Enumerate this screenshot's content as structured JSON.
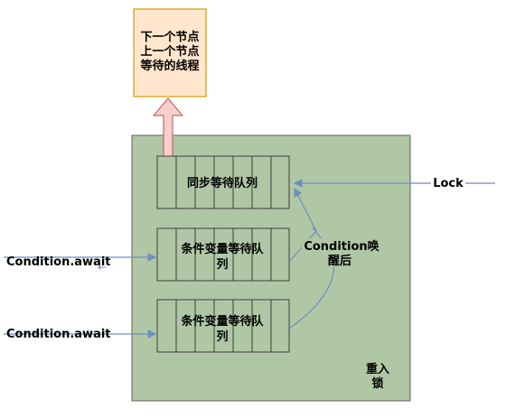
{
  "node_box": {
    "lines": [
      "下一个节点",
      "上一个节点",
      "等待的线程"
    ],
    "fill": "#ffe6cc",
    "stroke": "#d79b00"
  },
  "lock_container": {
    "label_lines": [
      "重入",
      "锁"
    ],
    "fill": "#b0c7a6",
    "stroke": "#5c5c5c"
  },
  "queues": {
    "sync": {
      "label": "同步等待队列"
    },
    "cond1": {
      "label_lines": [
        "条件变量等待队",
        "列"
      ]
    },
    "cond2": {
      "label_lines": [
        "条件变量等待队",
        "列"
      ]
    }
  },
  "arrow_up": {
    "fill": "#f8cecc",
    "stroke": "#b85450"
  },
  "labels": {
    "lock": "Lock",
    "await1": "Condition.await",
    "await2": "Condition.await",
    "wakeup_lines": [
      "Condition唤",
      "醒后"
    ]
  },
  "colors": {
    "edge": "#6c8ebf",
    "text": "#222222"
  }
}
